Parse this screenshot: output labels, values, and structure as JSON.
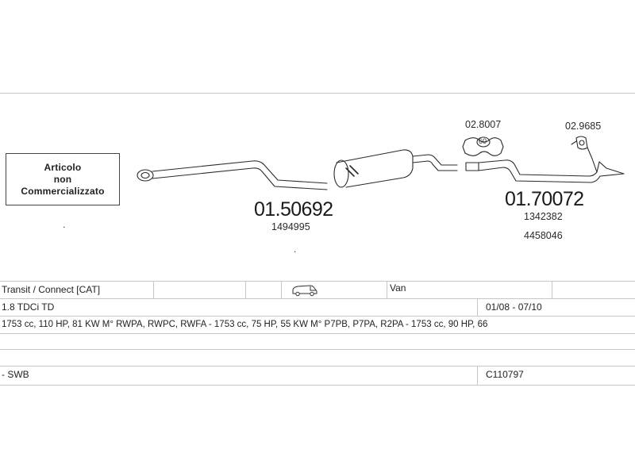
{
  "diagram": {
    "not_sold_label": "Articolo\nnon\nCommercializzato",
    "front_pipe_code": "01.50692",
    "front_pipe_oem": "1494995",
    "rear_pipe_code": "01.70072",
    "rear_pipe_oem_1": "1342382",
    "rear_pipe_oem_2": "4458046",
    "clamp_code": "02.8007",
    "clamp_size": "60",
    "hanger_code": "02.9685"
  },
  "vehicle": {
    "model": "Transit / Connect  [CAT]",
    "body_type": "Van",
    "body_icon": "van-icon",
    "engine": "1.8 TDCi TD",
    "production_period": "01/08 - 07/10",
    "engine_specs": "1753 cc, 110 HP, 81 KW  M° RWPA, RWPC, RWFA - 1753 cc, 75 HP, 55 KW  M° P7PB, P7PA, R2PA - 1753 cc, 90 HP, 66",
    "wheelbase": "- SWB",
    "catalog_code": "C110797"
  },
  "colors": {
    "line": "#2b2b2b",
    "grid": "#c6c6c6"
  }
}
